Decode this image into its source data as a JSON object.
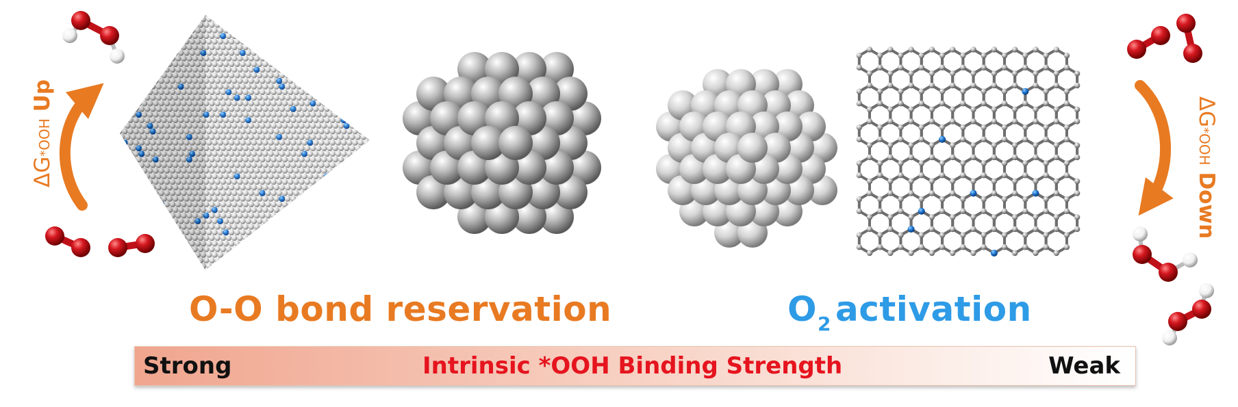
{
  "labels": {
    "left_title": "O-O bond reservation",
    "right_title_prefix": "O",
    "right_title_sub": "2",
    "right_title_suffix": "activation"
  },
  "bar": {
    "left": "Strong",
    "title": "Intrinsic *OOH Binding Strength",
    "right": "Weak"
  },
  "side": {
    "delta_g": "ΔG",
    "star": "*",
    "sub": "OOH",
    "up": "Up",
    "down": "Down"
  },
  "colors": {
    "orange": "#e87a22",
    "blue": "#2e9be6",
    "red_text": "#e5141e",
    "bar_start": "#f0a58e",
    "bar_end": "#ffffff",
    "atom_grey": "#c8c8c8",
    "dopant_blue": "#1f78d4",
    "oxygen_red": "#d61820",
    "hydrogen": "#f2f2f2"
  },
  "icons": {
    "left_arrow": "curved-arrow-up-icon",
    "right_arrow": "curved-arrow-down-icon"
  }
}
